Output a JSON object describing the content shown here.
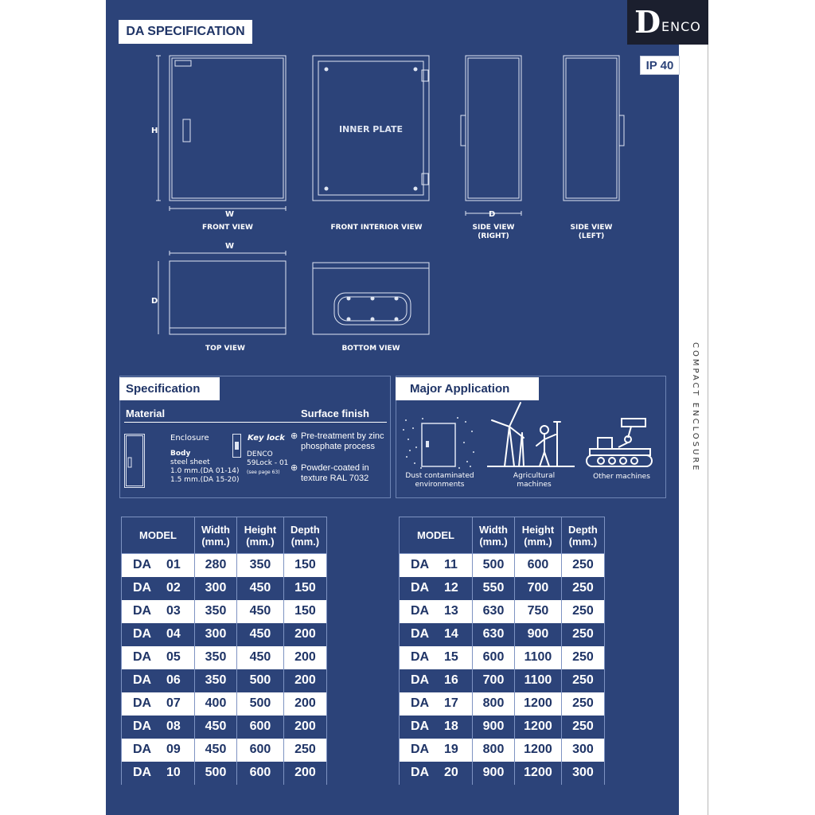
{
  "brand": {
    "initial": "D",
    "rest": "ENCO"
  },
  "ip_rating": "IP 40",
  "side_label": "COMPACT ENCLOSURE",
  "section_title": "DA SPECIFICATION",
  "drawings": {
    "dim_h": "H",
    "dim_w": "W",
    "dim_d": "D",
    "inner_plate": "INNER PLATE",
    "front_view": "FRONT VIEW",
    "front_interior_view": "FRONT INTERIOR VIEW",
    "side_view_right": [
      "SIDE VIEW",
      "(RIGHT)"
    ],
    "side_view_left": [
      "SIDE VIEW",
      "(LEFT)"
    ],
    "top_view": "TOP VIEW",
    "bottom_view": "BOTTOM VIEW"
  },
  "specification": {
    "title": "Specification",
    "material_label": "Material",
    "surface_label": "Surface finish",
    "enclosure": "Enclosure",
    "body": "Body",
    "steel": "steel sheet",
    "thick1": "1.0 mm.(DA 01-14)",
    "thick2": "1.5 mm.(DA 15-20)",
    "key_lock": "Key lock",
    "lock_brand": "DENCO",
    "lock_model": "59Lock - 01",
    "lock_page": "(see page 63)",
    "finish1": [
      "Pre-treatment by zinc",
      "phosphate process"
    ],
    "finish2": [
      "Powder-coated in",
      "texture RAL 7032"
    ]
  },
  "application": {
    "title": "Major Application",
    "items": [
      [
        "Dust contaminated",
        "environments"
      ],
      [
        "Agricultural",
        "machines"
      ],
      [
        "Other machines"
      ]
    ]
  },
  "table_headers": {
    "model": "MODEL",
    "width": [
      "Width",
      "(mm.)"
    ],
    "height": [
      "Height",
      "(mm.)"
    ],
    "depth": [
      "Depth",
      "(mm.)"
    ]
  },
  "models_left": [
    [
      "DA",
      "01",
      "280",
      "350",
      "150"
    ],
    [
      "DA",
      "02",
      "300",
      "450",
      "150"
    ],
    [
      "DA",
      "03",
      "350",
      "450",
      "150"
    ],
    [
      "DA",
      "04",
      "300",
      "450",
      "200"
    ],
    [
      "DA",
      "05",
      "350",
      "450",
      "200"
    ],
    [
      "DA",
      "06",
      "350",
      "500",
      "200"
    ],
    [
      "DA",
      "07",
      "400",
      "500",
      "200"
    ],
    [
      "DA",
      "08",
      "450",
      "600",
      "200"
    ],
    [
      "DA",
      "09",
      "450",
      "600",
      "250"
    ],
    [
      "DA",
      "10",
      "500",
      "600",
      "200"
    ]
  ],
  "models_right": [
    [
      "DA",
      "11",
      "500",
      "600",
      "250"
    ],
    [
      "DA",
      "12",
      "550",
      "700",
      "250"
    ],
    [
      "DA",
      "13",
      "630",
      "750",
      "250"
    ],
    [
      "DA",
      "14",
      "630",
      "900",
      "250"
    ],
    [
      "DA",
      "15",
      "600",
      "1100",
      "250"
    ],
    [
      "DA",
      "16",
      "700",
      "1100",
      "250"
    ],
    [
      "DA",
      "17",
      "800",
      "1200",
      "250"
    ],
    [
      "DA",
      "18",
      "900",
      "1200",
      "250"
    ],
    [
      "DA",
      "19",
      "800",
      "1200",
      "300"
    ],
    [
      "DA",
      "20",
      "900",
      "1200",
      "300"
    ]
  ]
}
